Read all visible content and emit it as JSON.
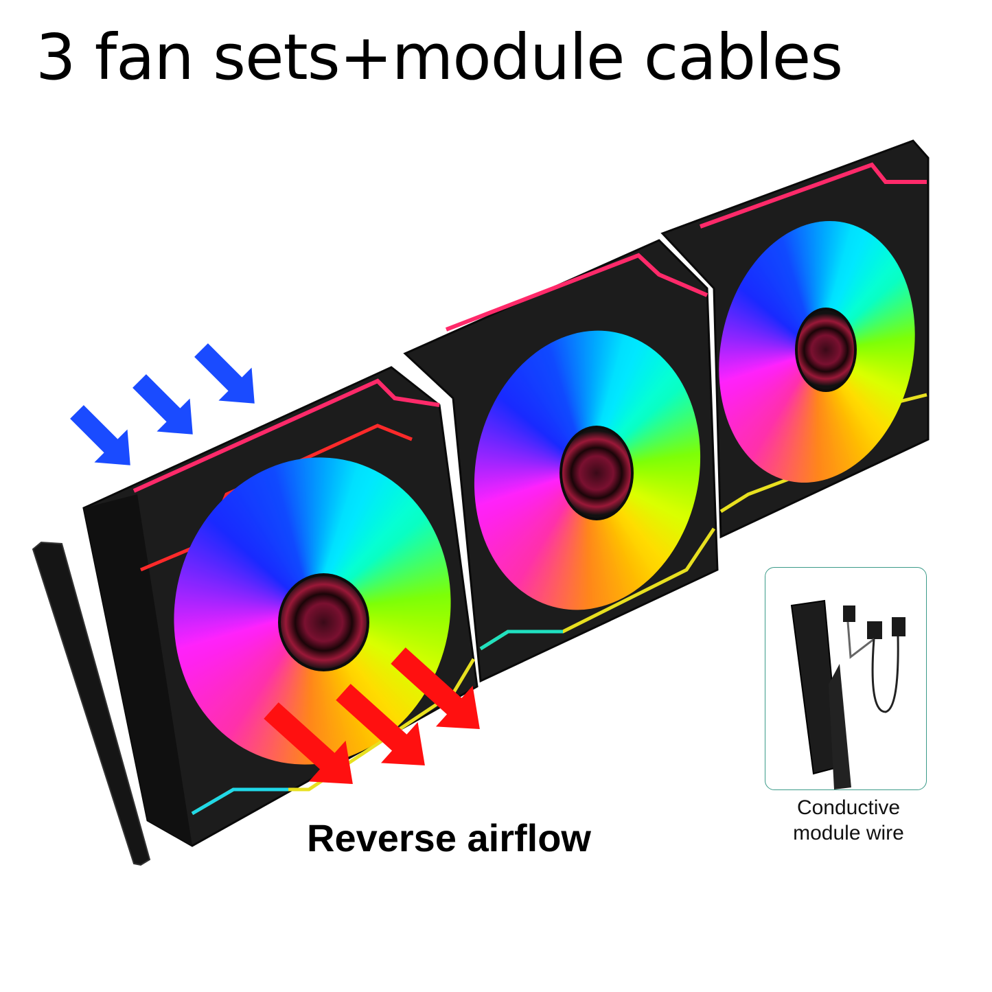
{
  "title": "3 fan sets+module cables",
  "airflow_label": "Reverse airflow",
  "inset": {
    "caption_line1": "Conductive",
    "caption_line2": "module wire",
    "border_color": "#3a9a88"
  },
  "colors": {
    "intake_arrow": "#1a4bff",
    "exhaust_arrow": "#ff1010",
    "frame": "#1a1a1a"
  },
  "icons": {
    "intake": "blue-arrow-icon",
    "exhaust": "red-arrow-icon"
  }
}
